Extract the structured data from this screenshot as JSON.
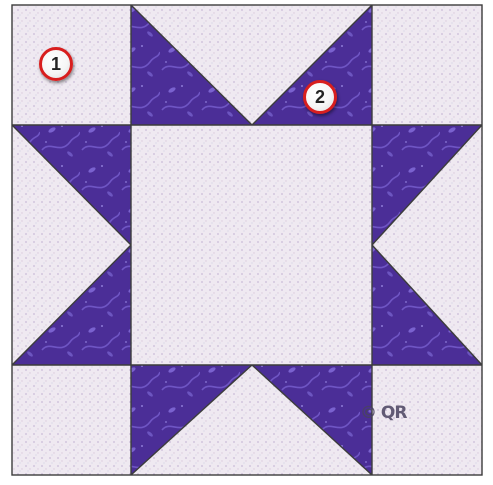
{
  "block": {
    "pattern": "sawtooth-star",
    "background_color": "#efe9f1",
    "star_color": "#4b2e97",
    "seam_color": "#3c3c3c"
  },
  "labels": [
    {
      "text": "1",
      "piece": "corner-square"
    },
    {
      "text": "2",
      "piece": "flying-geese-unit"
    }
  ],
  "copyright": "© QR"
}
